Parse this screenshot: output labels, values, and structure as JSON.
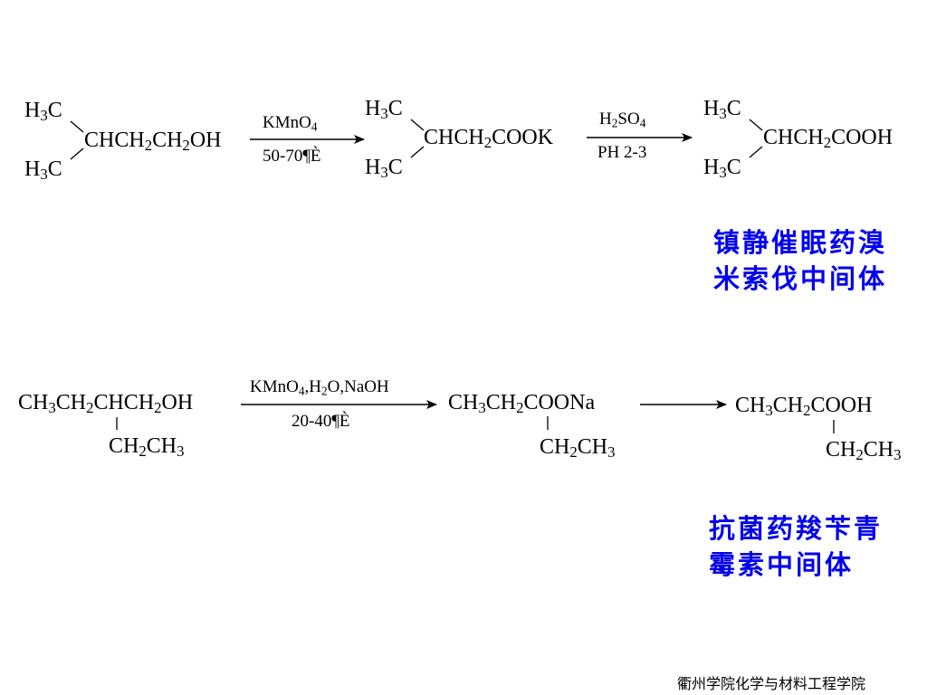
{
  "reaction1": {
    "sm_top": [
      "H",
      "3",
      "C"
    ],
    "sm_main": [
      "CHCH",
      "2",
      "CH",
      "2",
      "OH"
    ],
    "sm_bottom": [
      "H",
      "3",
      "C"
    ],
    "arrow1_above": [
      "KMnO",
      "4"
    ],
    "arrow1_below": "50-70¶È",
    "int_top": [
      "H",
      "3",
      "C"
    ],
    "int_main": [
      "CHCH",
      "2",
      "COOK"
    ],
    "int_bottom": [
      "H",
      "3",
      "C"
    ],
    "arrow2_above": [
      "H",
      "2",
      "SO",
      "4"
    ],
    "arrow2_below": "PH 2-3",
    "prod_top": [
      "H",
      "3",
      "C"
    ],
    "prod_main": [
      "CHCH",
      "2",
      "COOH"
    ],
    "prod_bottom": [
      "H",
      "3",
      "C"
    ],
    "note_line1": "镇静催眠药溴",
    "note_line2": "米索伐中间体"
  },
  "reaction2": {
    "sm_main": [
      "CH",
      "3",
      "CH",
      "2",
      "CHCH",
      "2",
      "OH"
    ],
    "sm_branch": [
      "CH",
      "2",
      "CH",
      "3"
    ],
    "arrow1_above": [
      "KMnO",
      "4",
      ",H",
      "2",
      "O,NaOH"
    ],
    "arrow1_below": "20-40¶È",
    "int_main": [
      "CH",
      "3",
      "CH",
      "2",
      "COONa"
    ],
    "int_branch": [
      "CH",
      "2",
      "CH",
      "3"
    ],
    "prod_main": [
      "CH",
      "3",
      "CH",
      "2",
      "COOH"
    ],
    "prod_branch": [
      "CH",
      "2",
      "CH",
      "3"
    ],
    "note_line1": "抗菌药羧苄青",
    "note_line2": "霉素中间体"
  },
  "footer": "衢州学院化学与材料工程学院"
}
